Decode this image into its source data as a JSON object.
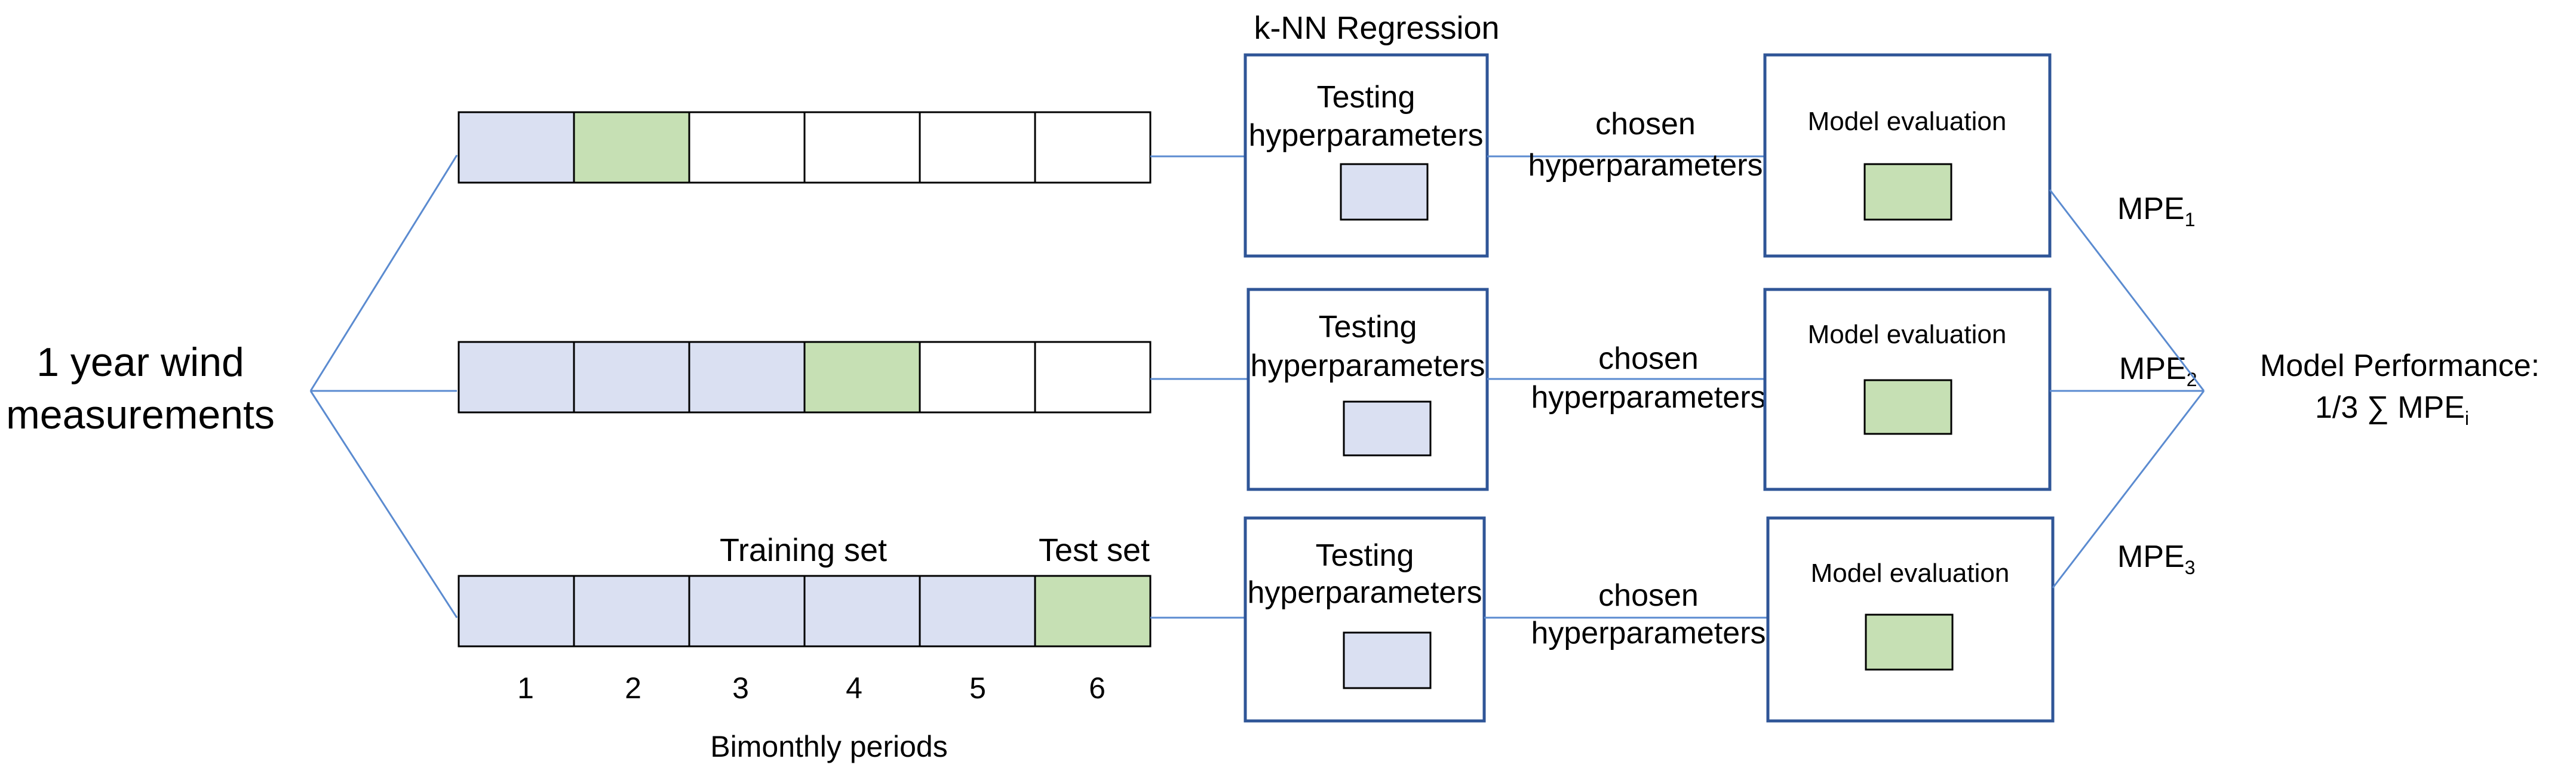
{
  "source": {
    "line1": "1 year wind",
    "line2": "measurements"
  },
  "panel_title": "k-NN Regression",
  "rows": [
    {
      "cells": [
        "train",
        "test",
        "empty",
        "empty",
        "empty",
        "empty"
      ],
      "testing_box": {
        "line1": "Testing",
        "line2": "hyperparameters"
      },
      "connector": {
        "line1": "chosen",
        "line2": "hyperparameters"
      },
      "eval_box": {
        "label": "Model evaluation"
      },
      "metric": {
        "base": "MPE",
        "sub": "1"
      }
    },
    {
      "cells": [
        "train",
        "train",
        "train",
        "test",
        "empty",
        "empty"
      ],
      "testing_box": {
        "line1": "Testing",
        "line2": "hyperparameters"
      },
      "connector": {
        "line1": "chosen",
        "line2": "hyperparameters"
      },
      "eval_box": {
        "label": "Model evaluation"
      },
      "metric": {
        "base": "MPE",
        "sub": "2"
      }
    },
    {
      "cells": [
        "train",
        "train",
        "train",
        "train",
        "train",
        "test"
      ],
      "testing_box": {
        "line1": "Testing",
        "line2": "hyperparameters"
      },
      "connector": {
        "line1": "chosen",
        "line2": "hyperparameters"
      },
      "eval_box": {
        "label": "Model evaluation"
      },
      "metric": {
        "base": "MPE",
        "sub": "3"
      }
    }
  ],
  "set_labels": {
    "training": "Training set",
    "test": "Test set"
  },
  "period_numbers": [
    "1",
    "2",
    "3",
    "4",
    "5",
    "6"
  ],
  "period_axis_label": "Bimonthly periods",
  "performance": {
    "line1": "Model Performance:",
    "line2_prefix": "1/3 ∑ MPE",
    "line2_sub": "i"
  },
  "colors": {
    "train_fill": "#dae0f2",
    "test_fill": "#c6e0b4",
    "empty_fill": "#ffffff",
    "cell_stroke": "#000000",
    "box_stroke": "#2f5597",
    "line": "#5b8bd0"
  }
}
